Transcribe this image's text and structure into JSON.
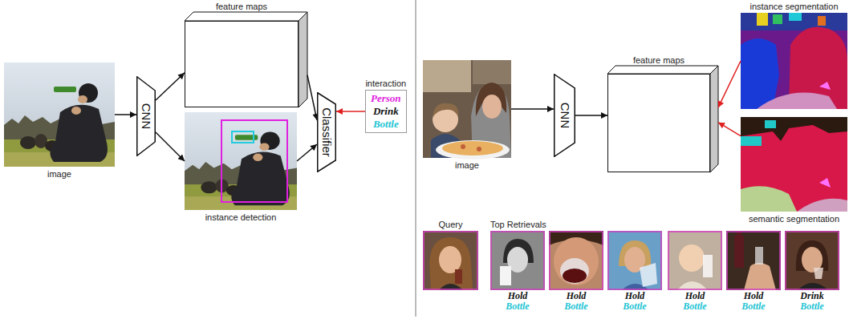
{
  "diagram": {
    "nodes": [
      {
        "text": [
          "image"
        ]
      },
      {
        "text": [
          "CNN"
        ]
      },
      {
        "text": [
          "feature maps"
        ]
      },
      {
        "text": [
          "instance detection"
        ]
      },
      {
        "text": [
          "Classifier"
        ]
      },
      {
        "text": [
          "interaction",
          "Person",
          "Drink",
          "Bottle"
        ]
      },
      {
        "text": [
          "image"
        ]
      },
      {
        "text": [
          "CNN"
        ]
      },
      {
        "text": [
          "feature maps"
        ]
      },
      {
        "text": [
          "instance segmentation"
        ]
      },
      {
        "text": [
          "semantic segmentation"
        ]
      },
      {
        "text": [
          "Query"
        ]
      },
      {
        "text": [
          "Hold",
          "Bottle"
        ]
      },
      {
        "text": [
          "Hold",
          "Bottle"
        ]
      },
      {
        "text": [
          "Hold",
          "Bottle"
        ]
      },
      {
        "text": [
          "Hold",
          "Bottle"
        ]
      },
      {
        "text": [
          "Hold",
          "Bottle"
        ]
      },
      {
        "text": [
          "Drink",
          "Bottle"
        ]
      }
    ],
    "edges": [
      {
        "from": 0,
        "to": 1,
        "arrow": "to"
      },
      {
        "from": 1,
        "to": 2,
        "arrow": "to"
      },
      {
        "from": 1,
        "to": 3,
        "arrow": "to"
      },
      {
        "from": 2,
        "to": 4,
        "arrow": "to"
      },
      {
        "from": 3,
        "to": 4,
        "arrow": "to"
      },
      {
        "from": 5,
        "to": 4,
        "arrow": "to"
      },
      {
        "from": 6,
        "to": 7,
        "arrow": "to"
      },
      {
        "from": 7,
        "to": 8,
        "arrow": "to"
      },
      {
        "from": 9,
        "to": 8,
        "arrow": "to"
      },
      {
        "from": 10,
        "to": 8,
        "arrow": "to"
      }
    ],
    "labels": [
      "Top Retrievals"
    ]
  }
}
